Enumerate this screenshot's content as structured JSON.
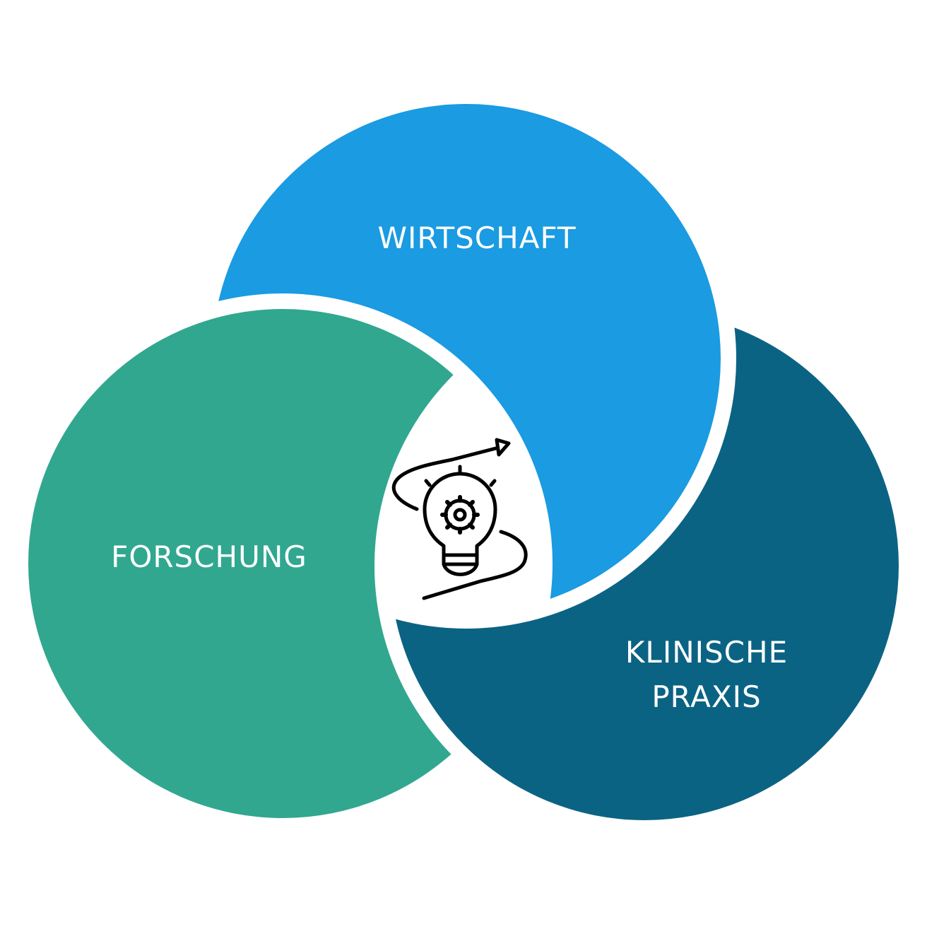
{
  "colors": {
    "wirtschaft": "#1A9BE2",
    "forschung": "#31A790",
    "klinische_praxis": "#0B6383",
    "icon": "#000000"
  },
  "labels": {
    "wirtschaft": "WIRTSCHAFT",
    "forschung": "FORSCHUNG",
    "klinische_line1": "KLINISCHE",
    "klinische_line2": "PRAXIS"
  },
  "center_icon": "lightbulb-gear-arrow-icon"
}
